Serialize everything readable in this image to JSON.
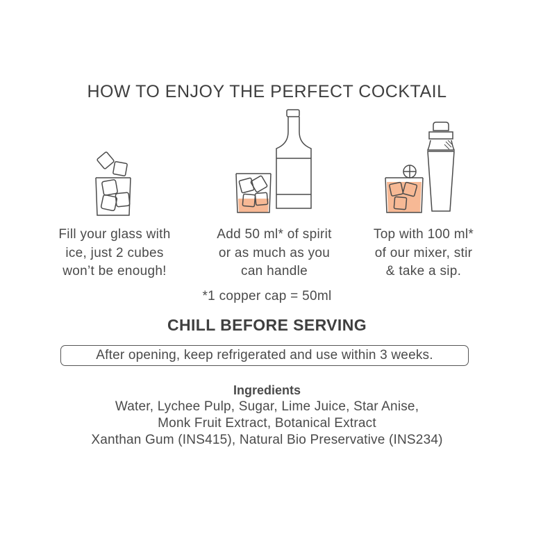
{
  "title": "HOW TO ENJOY THE PERFECT COCKTAIL",
  "steps": [
    {
      "icon": "glass-with-ice-icon",
      "lines": [
        "Fill your glass with",
        "ice, just 2 cubes",
        "won’t be enough!"
      ]
    },
    {
      "icon": "glass-and-bottle-icon",
      "lines": [
        "Add 50 ml* of spirit",
        "or as much as you",
        "can handle"
      ]
    },
    {
      "icon": "cocktail-and-shaker-icon",
      "lines": [
        "Top with 100 ml*",
        "of our mixer, stir",
        "& take a sip."
      ]
    }
  ],
  "footnote": "*1 copper cap = 50ml",
  "chill": "CHILL BEFORE SERVING",
  "storage_note": "After opening, keep refrigerated and use within 3 weeks.",
  "ingredients": {
    "heading": "Ingredients",
    "lines": [
      "Water, Lychee Pulp, Sugar, Lime Juice, Star Anise,",
      "Monk Fruit Extract, Botanical Extract",
      "Xanthan Gum (INS415), Natural Bio Preservative (INS234)"
    ]
  },
  "colors": {
    "liquid": "#f7b995",
    "line": "#4a4a4a"
  }
}
